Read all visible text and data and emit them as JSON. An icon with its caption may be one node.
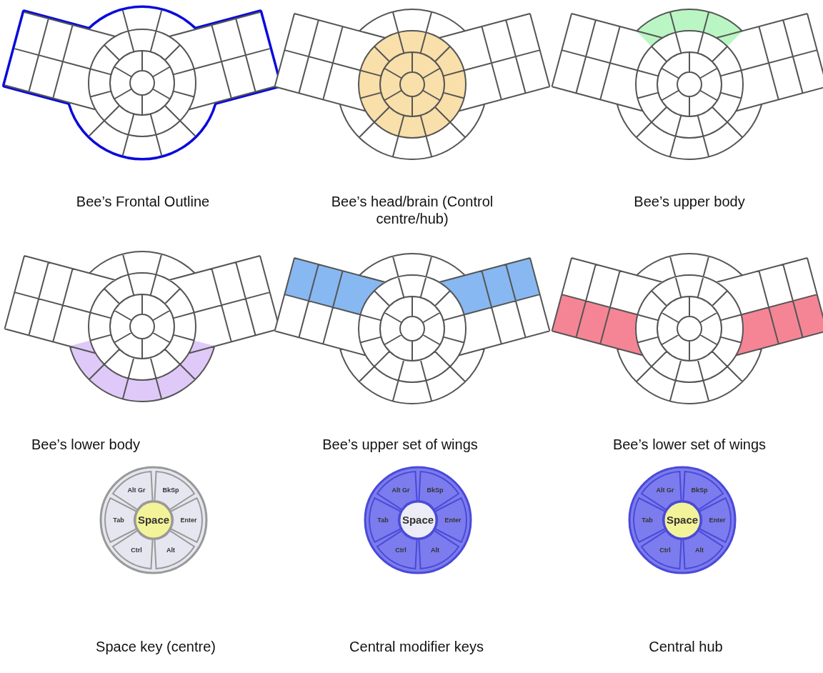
{
  "diagram": {
    "labels": [
      "Bee’s Frontal Outline",
      "Bee’s head/brain (Control centre/hub)",
      "Bee’s upper body",
      "Bee’s lower body",
      "Bee’s upper set of wings",
      "Bee’s lower set of wings",
      "Alt Gr",
      "BkSp",
      "Tab",
      "Space",
      "Enter",
      "Ctrl",
      "Alt",
      "Alt Gr",
      "BkSp",
      "Tab",
      "Space",
      "Enter",
      "Ctrl",
      "Alt",
      "Alt Gr",
      "BkSp",
      "Tab",
      "Space",
      "Enter",
      "Ctrl",
      "Alt",
      "Space key (centre)",
      "Central modifier keys",
      "Central hub"
    ]
  }
}
